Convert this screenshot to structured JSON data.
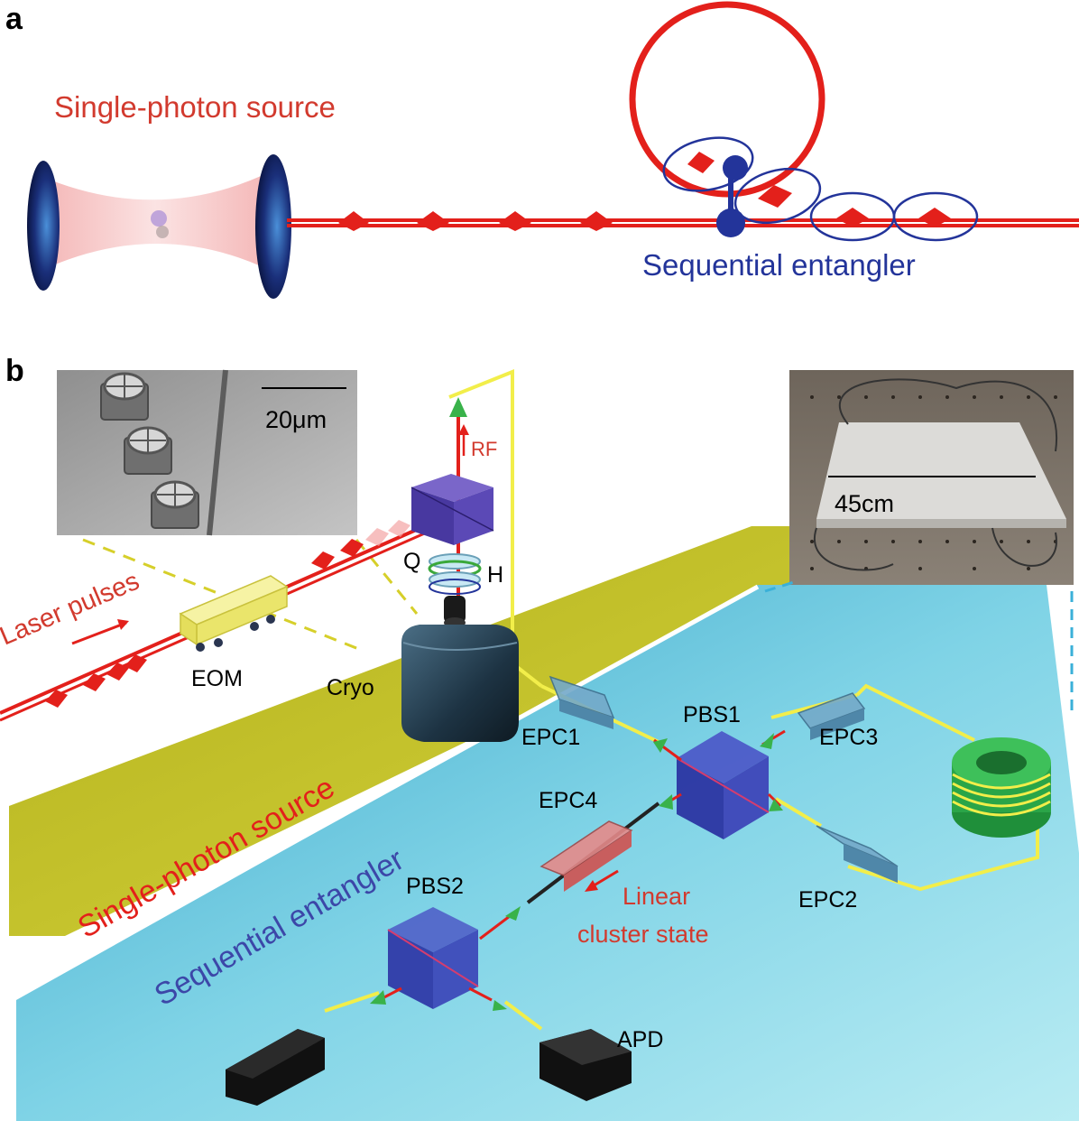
{
  "panel_a": {
    "letter": "a",
    "source_label": "Single-photon source",
    "entangler_label": "Sequential entangler"
  },
  "panel_b": {
    "letter": "b",
    "sem_scale_label": "20μm",
    "photo_scale_label": "45cm",
    "laser_pulses_label": "Laser pulses",
    "eom_label": "EOM",
    "rf_label": "RF",
    "q_label": "Q",
    "h_label": "H",
    "cryo_label": "Cryo",
    "epc1_label": "EPC1",
    "epc2_label": "EPC2",
    "epc3_label": "EPC3",
    "epc4_label": "EPC4",
    "pbs1_label": "PBS1",
    "pbs2_label": "PBS2",
    "apd_label": "APD",
    "cluster_line1": "Linear",
    "cluster_line2": "cluster state",
    "band_source_label": "Single-photon source",
    "band_entangler_label": "Sequential entangler"
  },
  "colors": {
    "red": "#e3201b",
    "blue": "#23349a",
    "yellow_band": "#c9c62a",
    "teal_band": "#56c0d8",
    "fiber_yellow": "#f2ee4a",
    "green": "#3aa83a"
  }
}
